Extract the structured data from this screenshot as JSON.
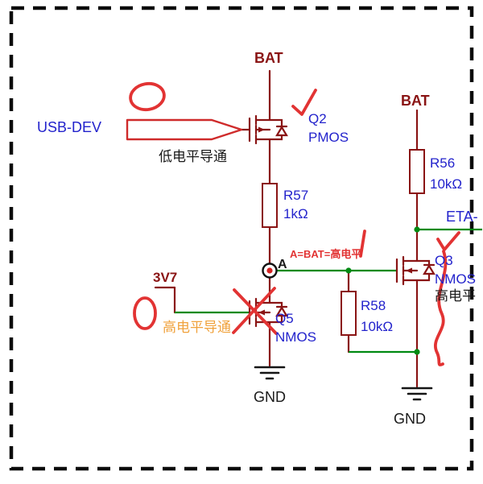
{
  "colors": {
    "wire_green": "#008a12",
    "component_red": "#8a1414",
    "label_blue": "#2323cc",
    "net_maroon": "#8a1414",
    "annotation_red": "#e23333",
    "note_orange": "#f0a23c",
    "text_black": "#1a1a1a"
  },
  "schematic": {
    "nets": {
      "bat_top": "BAT",
      "bat_right": "BAT",
      "v3v7": "3V7",
      "gnd_left": "GND",
      "gnd_right": "GND",
      "node_a": "A"
    },
    "ports": {
      "usb_dev": "USB-DEV",
      "eta": "ETA-"
    },
    "components": {
      "q2": {
        "ref": "Q2",
        "type": "PMOS"
      },
      "q5": {
        "ref": "Q5",
        "type": "NMOS"
      },
      "q3": {
        "ref": "Q3",
        "type": "NMOS",
        "note": "高电平"
      },
      "r57": {
        "ref": "R57",
        "value": "1kΩ"
      },
      "r56": {
        "ref": "R56",
        "value": "10kΩ"
      },
      "r58": {
        "ref": "R58",
        "value": "10kΩ"
      }
    },
    "notes": {
      "q2_behavior": "低电平导通",
      "q5_behavior": "高电平导通",
      "node_a_state": "A=BAT=高电平"
    }
  }
}
